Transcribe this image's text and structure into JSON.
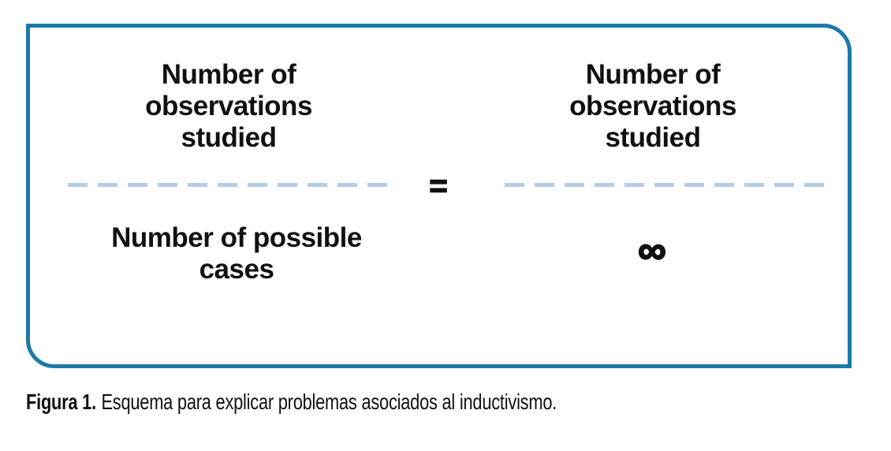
{
  "colors": {
    "box_border": "#1C7AA9",
    "dash": "#B4CBEA",
    "text": "#111111"
  },
  "diagram": {
    "left_fraction": {
      "numerator": "Number of\nobservations\nstudied",
      "denominator": "Number of possible\ncases"
    },
    "equals_sign": "=",
    "right_fraction": {
      "numerator": "Number of\nobservations\nstudied",
      "denominator": "∞"
    }
  },
  "caption": {
    "label": "Figura 1.",
    "text": "Esquema para explicar problemas asociados al inductivismo."
  }
}
